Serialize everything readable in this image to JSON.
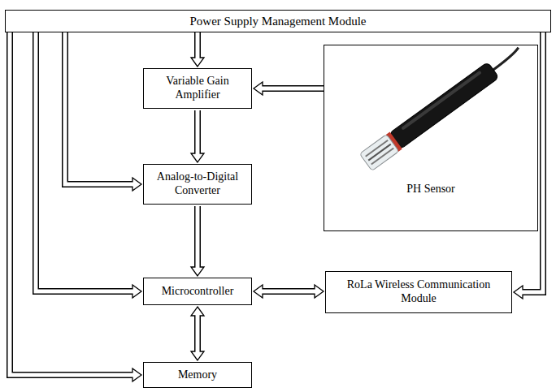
{
  "diagram": {
    "nodes": [
      {
        "text": [
          "Power Supply Management Module"
        ]
      },
      {
        "text": [
          "Variable Gain Amplifier"
        ]
      },
      {
        "text": [
          "Analog-to-Digital Converter"
        ]
      },
      {
        "text": [
          "Microcontroller"
        ]
      },
      {
        "text": [
          "Memory"
        ]
      },
      {
        "text": [
          "PH Sensor"
        ]
      },
      {
        "text": [
          "RoLa Wireless Communication Module"
        ]
      }
    ],
    "edges": [
      {
        "from": 0,
        "to": 1,
        "arrow": "to"
      },
      {
        "from": 0,
        "to": 2,
        "arrow": "to"
      },
      {
        "from": 0,
        "to": 3,
        "arrow": "to"
      },
      {
        "from": 0,
        "to": 4,
        "arrow": "to"
      },
      {
        "from": 0,
        "to": 6,
        "arrow": "to"
      },
      {
        "from": 5,
        "to": 1,
        "arrow": "to"
      },
      {
        "from": 1,
        "to": 2,
        "arrow": "to"
      },
      {
        "from": 2,
        "to": 3,
        "arrow": "to"
      },
      {
        "from": 3,
        "to": 6,
        "arrow": "both"
      },
      {
        "from": 3,
        "to": 4,
        "arrow": "both"
      }
    ]
  }
}
